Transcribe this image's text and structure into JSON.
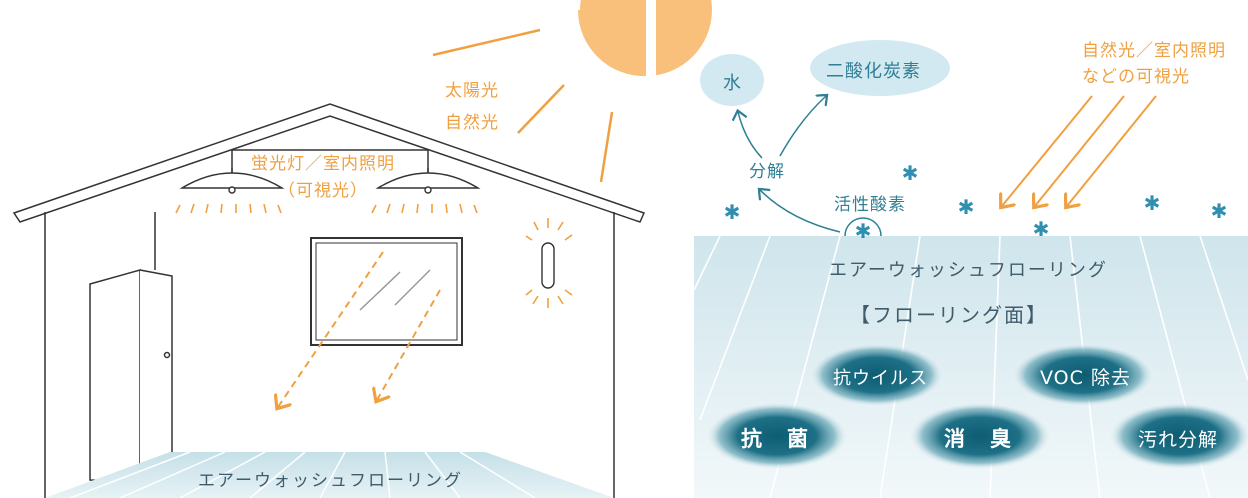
{
  "left": {
    "sunlight_line1": "太陽光",
    "sunlight_line2": "自然光",
    "lamp_line1": "蛍光灯／室内照明",
    "lamp_line2": "（可視光）",
    "floor_label": "エアーウォッシュフローリング"
  },
  "right": {
    "water": "水",
    "co2": "二酸化炭素",
    "decompose": "分解",
    "active_oxygen": "活性酸素",
    "light_line1": "自然光／室内照明",
    "light_line2": "などの可視光",
    "floor_label": "エアーウォッシュフローリング",
    "floor_surface": "【フローリング面】",
    "effects": {
      "antivirus": "抗ウイルス",
      "voc": "VOC 除去",
      "antibacterial": "抗　菌",
      "deodorize": "消　臭",
      "stain": "汚れ分解"
    }
  },
  "colors": {
    "sun": "#f8c07a",
    "light": "#f0a040",
    "blue_text": "#2f7f95",
    "bubble": "#1e6e83",
    "floor": "#dfeef3"
  }
}
